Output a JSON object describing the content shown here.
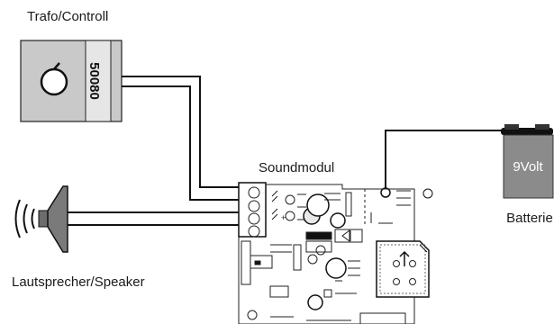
{
  "labels": {
    "trafo": "Trafo/Controll",
    "trafo_code": "50080",
    "soundmodul": "Soundmodul",
    "battery_face": "9Volt",
    "battery": "Batterie",
    "speaker": "Lautsprecher/Speaker"
  },
  "colors": {
    "wire": "#111111",
    "trafo_body": "#c9c9c9",
    "battery_body": "#8b8b8b",
    "board_line": "#222222"
  },
  "icons": {
    "trafo": "transformer-controller-icon",
    "speaker": "speaker-icon",
    "battery": "battery-9v-icon",
    "module": "circuit-board-icon"
  }
}
